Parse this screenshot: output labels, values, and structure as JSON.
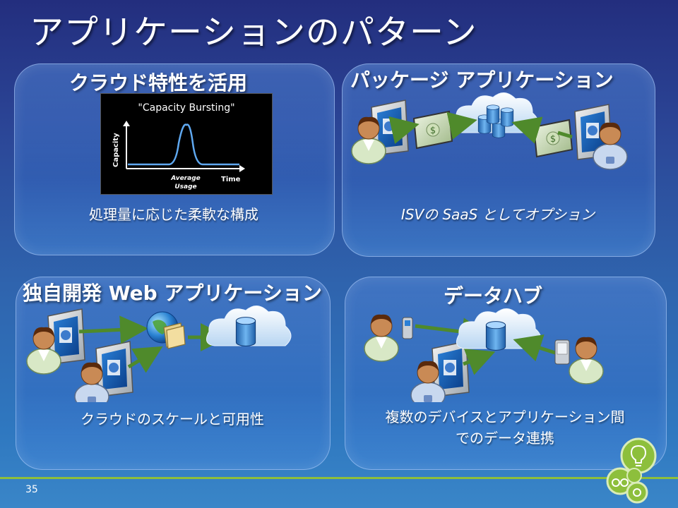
{
  "slide": {
    "title": "アプリケーションのパターン",
    "page_number": "35"
  },
  "panels": {
    "cloud": {
      "title": "クラウド特性を活用",
      "caption": "処理量に応じた柔軟な構成",
      "chart": {
        "heading": "\"Capacity Bursting\"",
        "y_label": "Capacity",
        "x_label": "Time",
        "note_line1": "Average",
        "note_line2": "Usage"
      }
    },
    "package": {
      "title": "パッケージ アプリケーション",
      "caption": "ISVの SaaS としてオプション"
    },
    "custom": {
      "title": "独自開発 Web アプリケーション",
      "caption": "クラウドのスケールと可用性"
    },
    "hub": {
      "title": "データハブ",
      "caption_line1": "複数のデバイスとアプリケーション間",
      "caption_line2": "でのデータ連携"
    }
  },
  "colors": {
    "arrow": "#4f8a2b",
    "accent_green": "#8dbf3c",
    "db_blue": "#3d8fd6"
  },
  "icons": [
    "user-icon",
    "monitor-icon",
    "money-icon",
    "database-icon",
    "cloud-icon",
    "globe-icon",
    "folder-icon",
    "phone-icon",
    "pda-icon",
    "lightbulb-icon",
    "binoculars-icon",
    "gears-icon"
  ]
}
